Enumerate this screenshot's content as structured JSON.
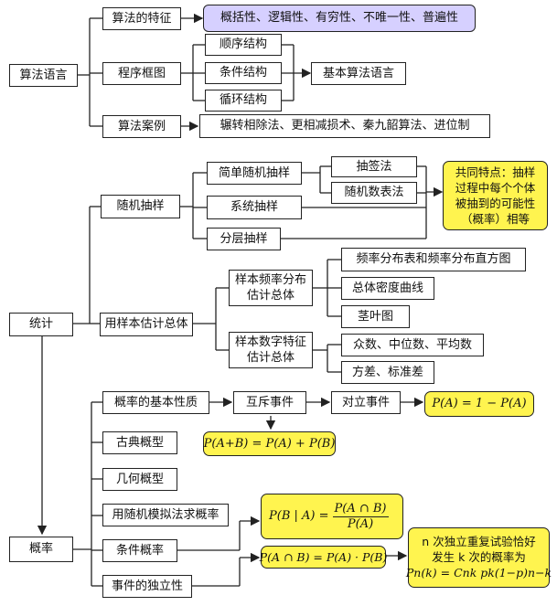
{
  "algorithm": {
    "root": "算法语言",
    "features": "算法的特征",
    "features_detail": "概括性、逻辑性、有穷性、不唯一性、普遍性",
    "flowchart": "程序框图",
    "seq": "顺序结构",
    "cond": "条件结构",
    "loop": "循环结构",
    "basic_lang": "基本算法语言",
    "cases": "算法案例",
    "cases_detail": "辗转相除法、更相减损术、秦九韶算法、进位制"
  },
  "statistics": {
    "root": "统计",
    "sampling": "随机抽样",
    "simple": "简单随机抽样",
    "lottery": "抽签法",
    "random_table": "随机数表法",
    "systematic": "系统抽样",
    "stratified": "分层抽样",
    "common_note": "共同特点：抽样\n过程中每个个体\n被抽到的可能性\n（概率）相等",
    "estimate": "用样本估计总体",
    "freq_dist": "样本频率分布\n估计总体",
    "freq_table": "频率分布表和频率分布直方图",
    "density": "总体密度曲线",
    "stem_leaf": "茎叶图",
    "numeric": "样本数字特征\n估计总体",
    "mode_median_mean": "众数、中位数、平均数",
    "variance": "方差、标准差"
  },
  "probability": {
    "root": "概率",
    "basic_props": "概率的基本性质",
    "mutually_exclusive": "互斥事件",
    "complementary": "对立事件",
    "complement_formula": "P(A) = 1 − P(A)",
    "addition_formula": "P(A+B) = P(A) + P(B)",
    "classical": "古典概型",
    "geometric": "几何概型",
    "simulation": "用随机模拟法求概率",
    "conditional": "条件概率",
    "cond_lhs": "P(B | A) =",
    "cond_num": "P(A ∩ B)",
    "cond_den": "P(A)",
    "independence": "事件的独立性",
    "indep_formula": "P(A ∩ B) = P(A) · P(B)",
    "binomial_note": "n 次独立重复试验恰好\n发生 k 次的概率为",
    "binomial_formula": "Pn(k) = Cnk pk(1−p)n−k"
  },
  "colors": {
    "purple_fill": "#d6d0ff",
    "yellow_fill": "#fff44f"
  }
}
